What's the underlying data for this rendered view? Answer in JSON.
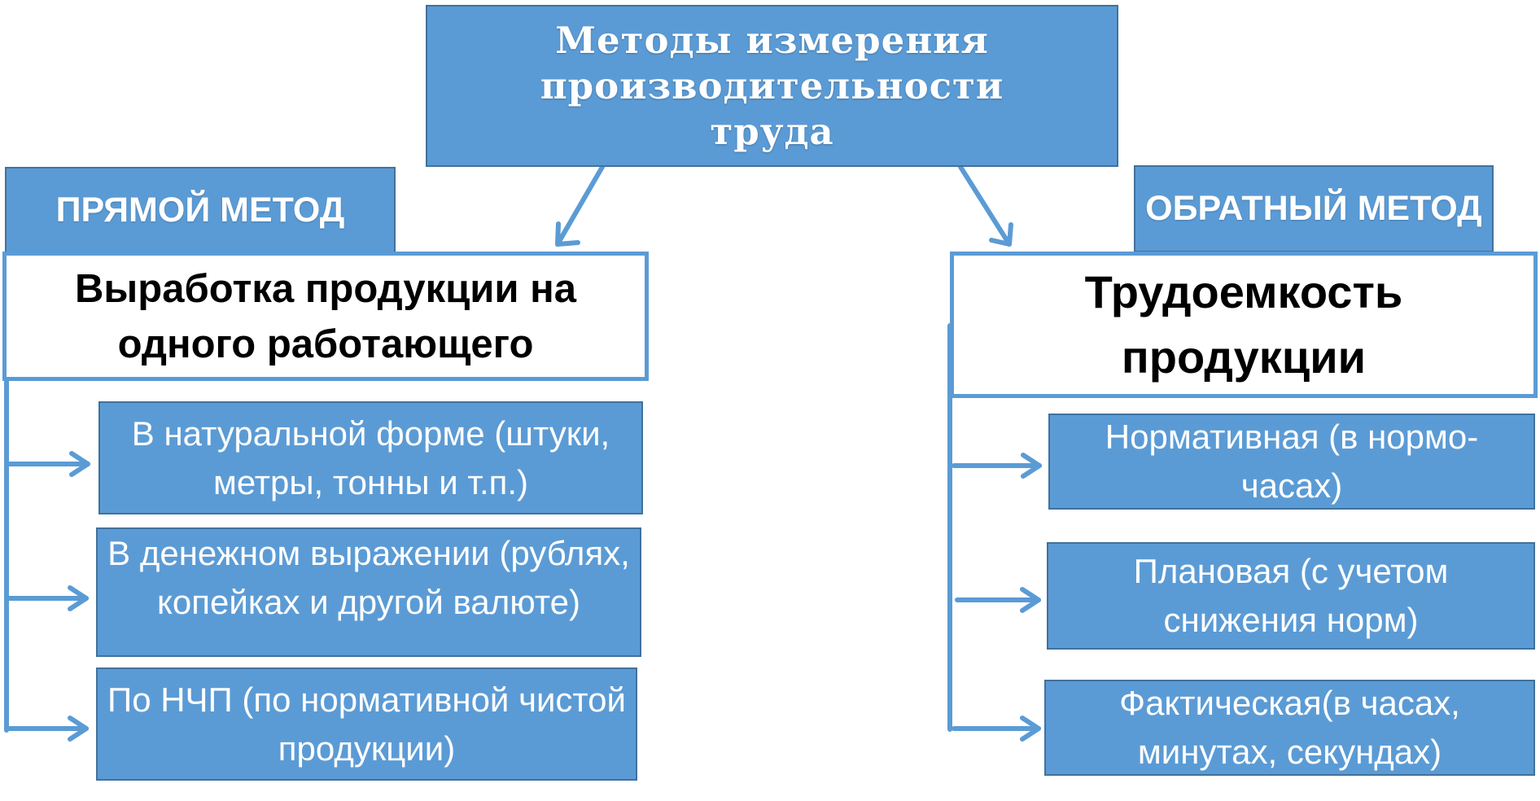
{
  "title": "Методы измерения производительности труда",
  "left": {
    "method": "ПРЯМОЙ МЕТОД",
    "indicator": "Выработка продукции на одного работающего",
    "items": [
      "В натуральной форме (штуки, метры, тонны и т.п.)",
      "В денежном выражении (рублях, копейках и другой валюте)",
      "По НЧП (по нормативной чистой продукции)"
    ]
  },
  "right": {
    "method": "ОБРАТНЫЙ МЕТОД",
    "indicator": "Трудоемкость продукции",
    "items": [
      "Нормативная (в нормо-часах)",
      "Плановая (с учетом снижения норм)",
      "Фактическая(в часах, минутах, секундах)"
    ]
  }
}
